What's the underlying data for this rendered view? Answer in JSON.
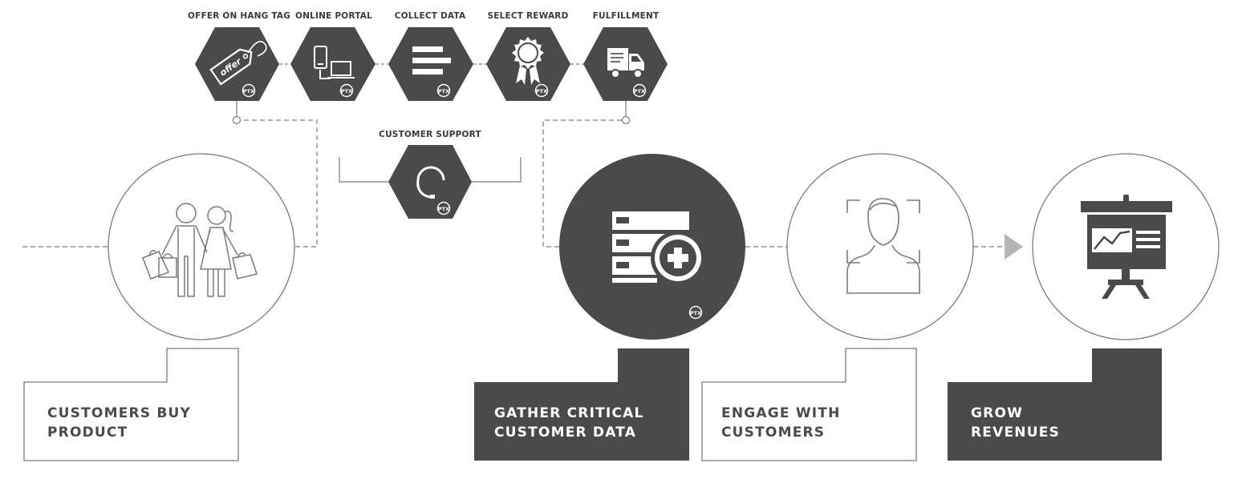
{
  "colors": {
    "dark": "#4a4a4a",
    "line": "#7a7a7a",
    "light_text": "#ffffff",
    "dark_text": "#4a4a4a",
    "arrow": "#b5b5b5"
  },
  "hexagons": [
    {
      "label": "OFFER ON HANG TAG",
      "icon": "hang-tag-icon",
      "tag_text": "offer",
      "badge": "PTX"
    },
    {
      "label": "ONLINE PORTAL",
      "icon": "devices-icon",
      "badge": "PTX"
    },
    {
      "label": "COLLECT DATA",
      "icon": "data-bars-icon",
      "badge": "PTX"
    },
    {
      "label": "SELECT REWARD",
      "icon": "award-ribbon-icon",
      "badge": "PTX"
    },
    {
      "label": "FULFILLMENT",
      "icon": "delivery-truck-icon",
      "badge": "PTX"
    }
  ],
  "support": {
    "label": "CUSTOMER SUPPORT",
    "icon": "headset-icon",
    "badge": "PTX"
  },
  "stages": [
    {
      "line1": "CUSTOMERS BUY",
      "line2": "PRODUCT",
      "icon": "shoppers-icon",
      "dark": false
    },
    {
      "line1": "GATHER CRITICAL",
      "line2": "CUSTOMER DATA",
      "icon": "database-add-icon",
      "badge": "PTX",
      "dark": true
    },
    {
      "line1": "ENGAGE WITH",
      "line2": "CUSTOMERS",
      "icon": "face-scan-icon",
      "dark": false
    },
    {
      "line1": "GROW",
      "line2": "REVENUES",
      "icon": "presentation-chart-icon",
      "dark": true
    }
  ]
}
